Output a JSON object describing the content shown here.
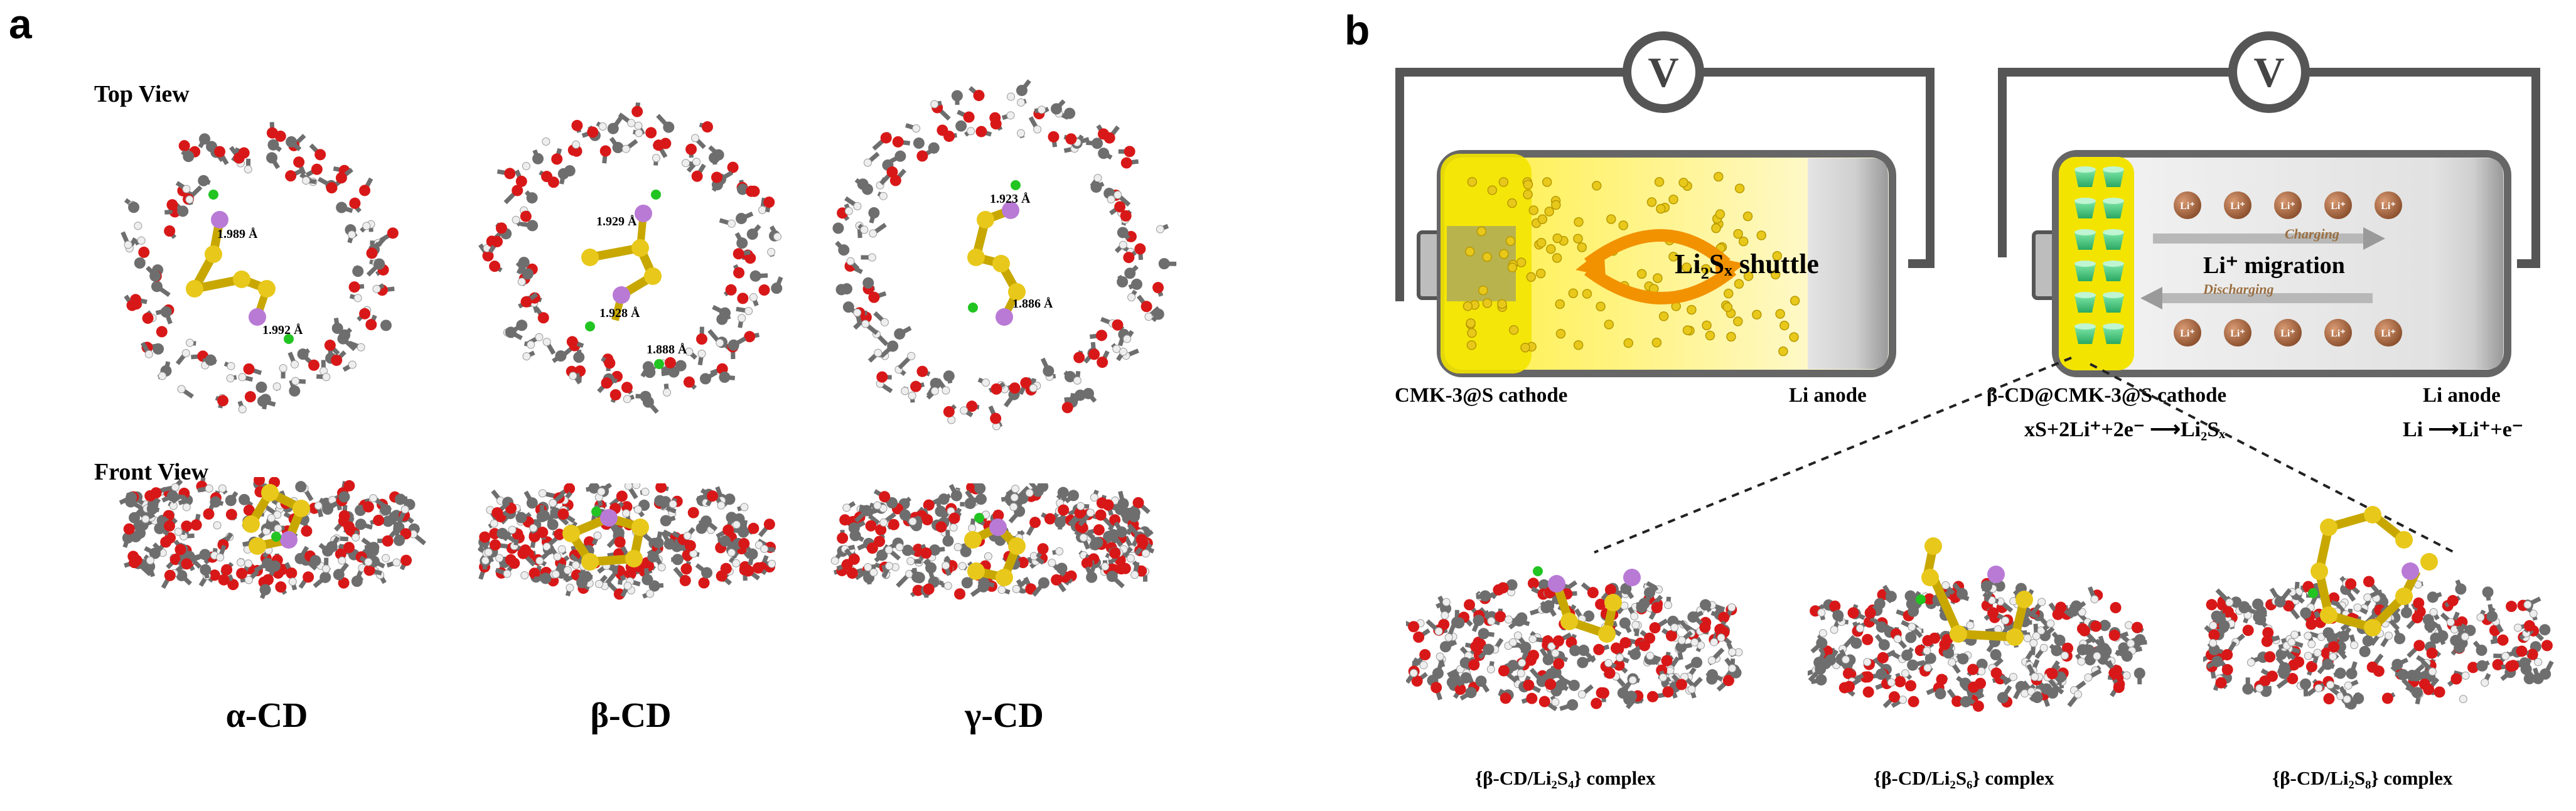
{
  "panel_a": {
    "letter": "a",
    "top_view_title": "Top View",
    "front_view_title": "Front View",
    "molecules": [
      {
        "label": "α-CD",
        "bonds": [
          "1.989 Å",
          "1.992 Å"
        ]
      },
      {
        "label": "β-CD",
        "bonds": [
          "1.929 Å",
          "1.928 Å",
          "1.888 Å"
        ]
      },
      {
        "label": "γ-CD",
        "bonds": [
          "1.923 Å",
          "1.886 Å"
        ]
      }
    ]
  },
  "panel_b": {
    "letter": "b",
    "voltmeter_symbol": "V",
    "left_cell": {
      "shuttle_label": "Li₂Sₓ shuttle",
      "cathode_label": "CMK-3@S cathode",
      "anode_label": "Li anode"
    },
    "right_cell": {
      "migration_label": "Li⁺ migration",
      "charging_label": "Charging",
      "discharging_label": "Discharging",
      "ion_label": "Li⁺",
      "cathode_label": "β-CD@CMK-3@S cathode",
      "anode_label": "Li anode",
      "cathode_reaction": "xS+2Li⁺+2e⁻ ⟶Li₂Sₓ",
      "anode_reaction": "Li ⟶Li⁺+e⁻"
    },
    "complexes": [
      {
        "label": "{β-CD/Li₂S₄} complex"
      },
      {
        "label": "{β-CD/Li₂S₆} complex"
      },
      {
        "label": "{β-CD/Li₂S₈} complex"
      }
    ]
  },
  "colors": {
    "sulfur": "#e8c81a",
    "lithium": "#b97ad6",
    "oxygen": "#d81818",
    "carbon": "#6e6e6e",
    "hydrogen": "#eeeeee",
    "hbond": "#22c422",
    "electrolyte": "#ffe600",
    "li_ion": "#a0623c",
    "cd_cup": "#3fc77a",
    "wire": "#555555"
  }
}
